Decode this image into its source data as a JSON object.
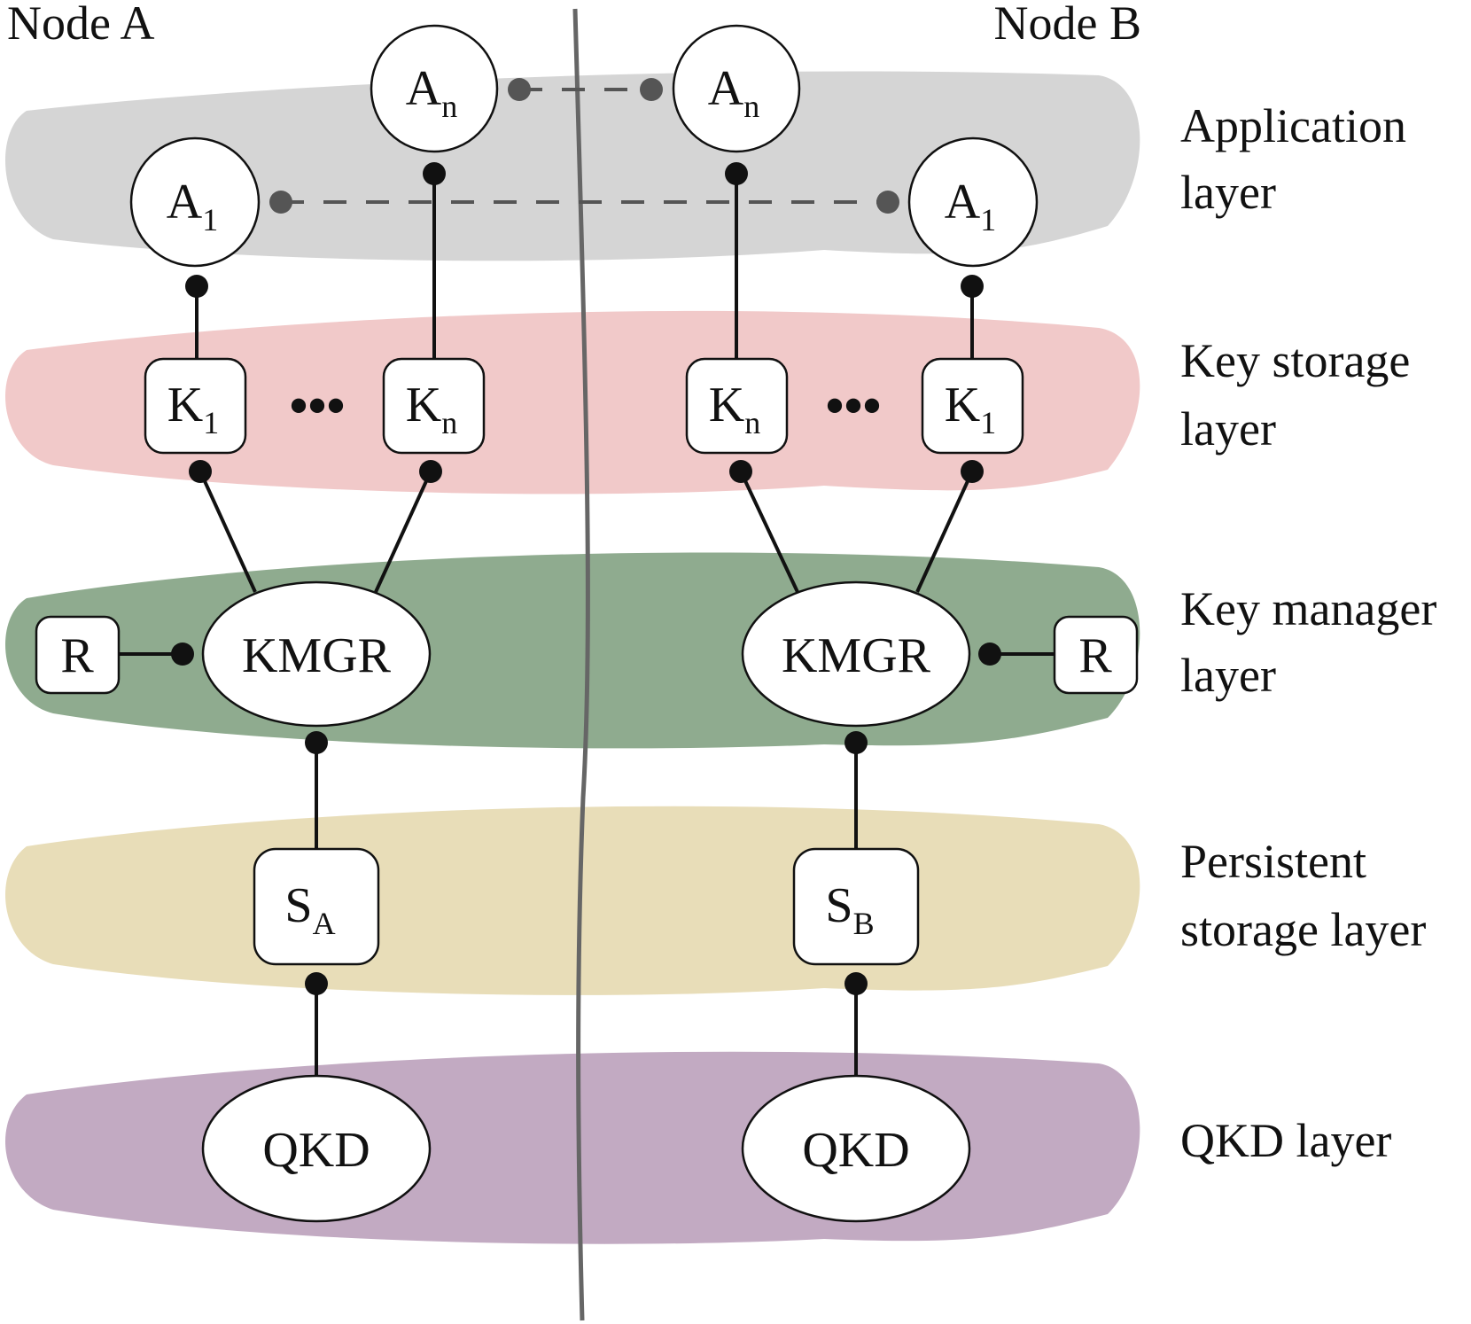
{
  "nodes_header": {
    "left": "Node A",
    "right": "Node B"
  },
  "layers": [
    {
      "id": "application",
      "line1": "Application",
      "line2": "layer",
      "color": "#d5d5d5"
    },
    {
      "id": "key-storage",
      "line1": "Key storage",
      "line2": "layer",
      "color": "#f1c9c9"
    },
    {
      "id": "key-manager",
      "line1": "Key manager",
      "line2": "layer",
      "color": "#8fab8f"
    },
    {
      "id": "persistent-storage",
      "line1": "Persistent",
      "line2": "storage layer",
      "color": "#e8ddb8"
    },
    {
      "id": "qkd",
      "line1": "QKD layer",
      "line2": "",
      "color": "#c2aac2"
    }
  ],
  "node_a": {
    "app_n": {
      "base": "A",
      "sub": "n"
    },
    "app_1": {
      "base": "A",
      "sub": "1"
    },
    "key_1": {
      "base": "K",
      "sub": "1"
    },
    "key_n": {
      "base": "K",
      "sub": "n"
    },
    "ellipsis": "•••",
    "kmgr": "KMGR",
    "r": "R",
    "storage": {
      "base": "S",
      "sub": "A"
    },
    "qkd": "QKD"
  },
  "node_b": {
    "app_n": {
      "base": "A",
      "sub": "n"
    },
    "app_1": {
      "base": "A",
      "sub": "1"
    },
    "key_n": {
      "base": "K",
      "sub": "n"
    },
    "key_1": {
      "base": "K",
      "sub": "1"
    },
    "ellipsis": "•••",
    "kmgr": "KMGR",
    "r": "R",
    "storage": {
      "base": "S",
      "sub": "B"
    },
    "qkd": "QKD"
  }
}
